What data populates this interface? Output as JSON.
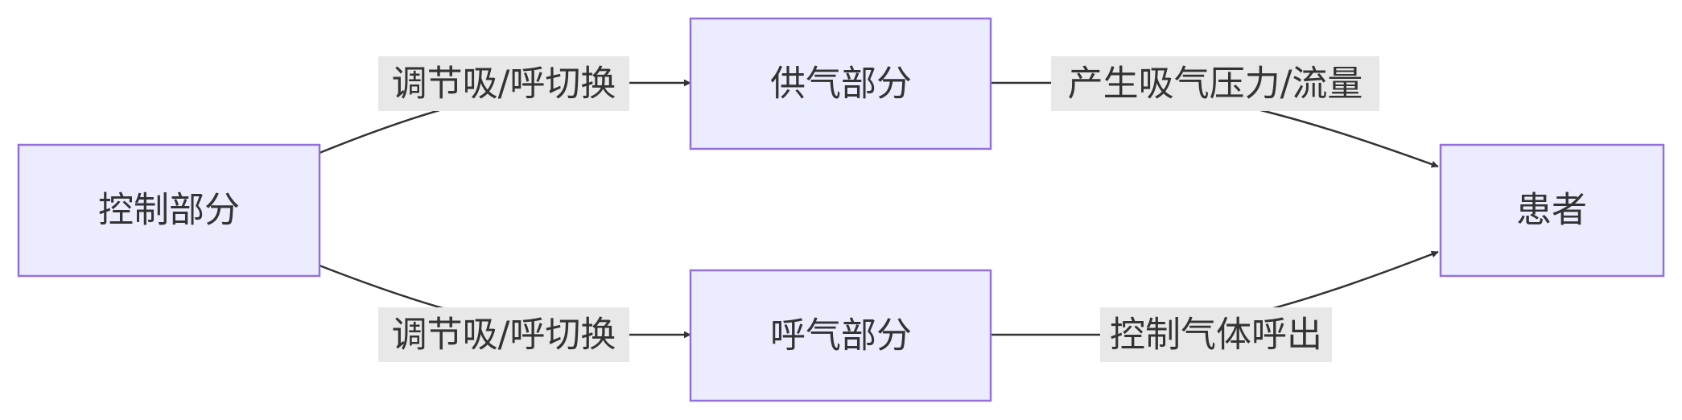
{
  "diagram": {
    "nodes": {
      "control": {
        "label": "控制部分"
      },
      "supply": {
        "label": "供气部分"
      },
      "exhale": {
        "label": "呼气部分"
      },
      "patient": {
        "label": "患者"
      }
    },
    "edges": {
      "control_to_supply": {
        "from": "control",
        "to": "supply",
        "label": "调节吸/呼切换"
      },
      "control_to_exhale": {
        "from": "control",
        "to": "exhale",
        "label": "调节吸/呼切换"
      },
      "supply_to_patient": {
        "from": "supply",
        "to": "patient",
        "label": "产生吸气压力/流量"
      },
      "exhale_to_patient": {
        "from": "exhale",
        "to": "patient",
        "label": "控制气体呼出"
      }
    },
    "colors": {
      "node_fill": "#ececff",
      "node_stroke": "#9370db",
      "edge": "#333333",
      "label_bg": "#e8e8e8",
      "text": "#333333"
    }
  }
}
